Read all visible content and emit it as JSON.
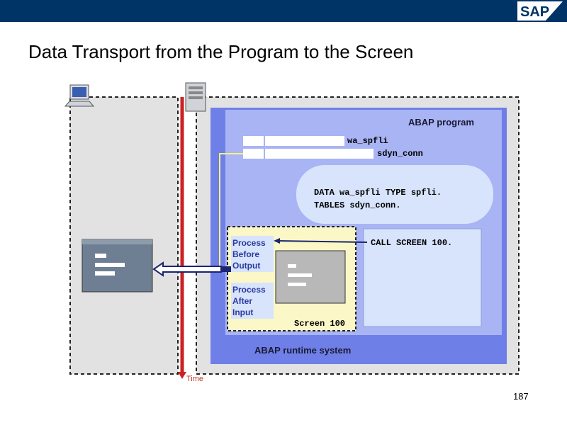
{
  "slide": {
    "title": "Data Transport from the Program to the Screen",
    "page_number": "187",
    "brand": "SAP"
  },
  "diagram": {
    "abap_program_label": "ABAP program",
    "field_wa": "wa_spfli",
    "field_sdyn": "sdyn_conn",
    "declaration_line1": "DATA wa_spfli TYPE spfli.",
    "declaration_line2": "TABLES sdyn_conn.",
    "call_screen": "CALL SCREEN 100.",
    "pbo_lines": [
      "Process",
      "Before",
      "Output"
    ],
    "pai_lines": [
      "Process",
      "After",
      "Input"
    ],
    "screen_label": "Screen 100",
    "runtime_label": "ABAP runtime system",
    "time_label": "Time",
    "icons": [
      "computer-icon",
      "server-icon"
    ],
    "colors": {
      "header": "#003366",
      "runtime_box": "#6f7fe8",
      "program_box": "#a9b4f5",
      "declaration_box": "#d7e4fb",
      "screen_box": "#fbf7c6",
      "time_arrow": "#cc2222",
      "transport_arrow": "#ffffff"
    }
  }
}
